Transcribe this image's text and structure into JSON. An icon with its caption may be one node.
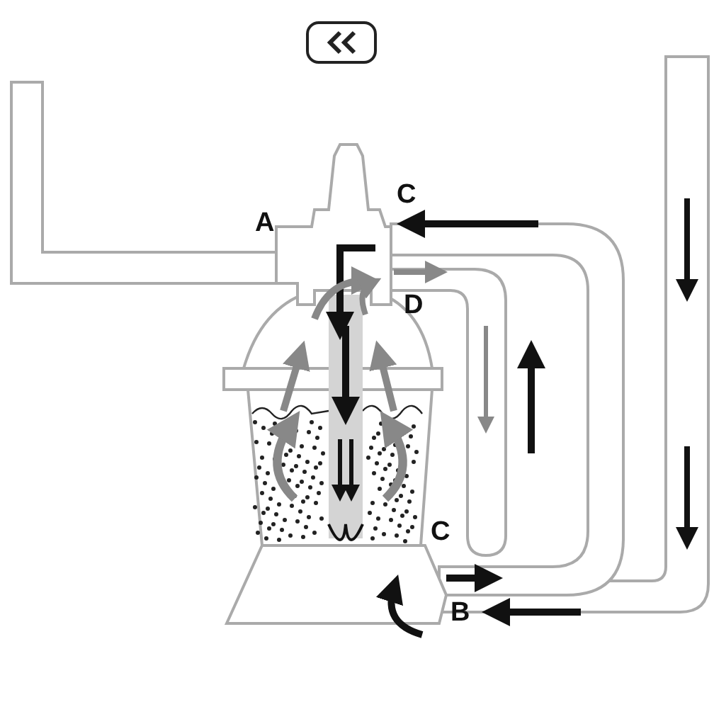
{
  "diagram": {
    "labels": [
      "C",
      "A",
      "D",
      "C",
      "B"
    ]
  }
}
